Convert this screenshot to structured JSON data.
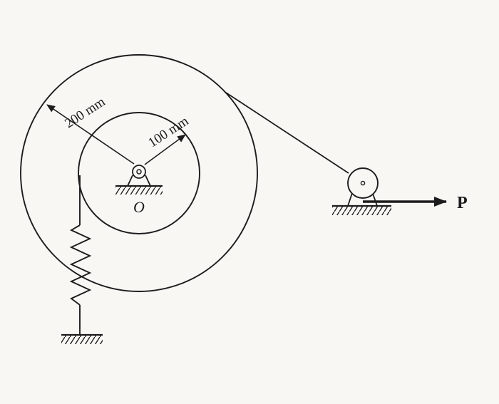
{
  "diagram": {
    "description": "Two concentric drums on a pin support at O, a spring hanging from the inner drum to the ground, and a cable over the outer drum running to a small grounded pulley pulled horizontally by force P",
    "labels": {
      "outer_radius": "200 mm",
      "inner_radius": "100 mm",
      "center_point": "O",
      "applied_force": "P"
    },
    "colors": {
      "ink": "#1c1c1c",
      "paper": "#f8f7f4"
    }
  }
}
